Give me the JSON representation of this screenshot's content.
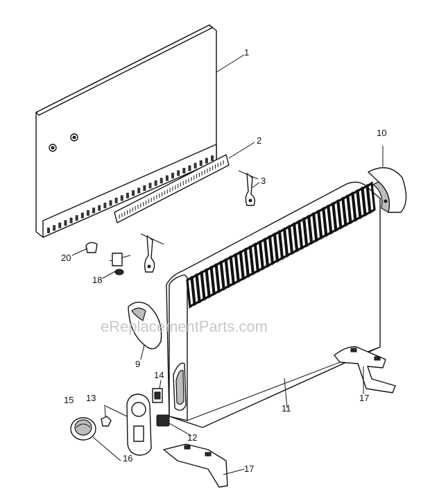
{
  "watermark": "eReplacementParts.com",
  "callouts": [
    {
      "id": "1",
      "label": "1"
    },
    {
      "id": "2",
      "label": "2"
    },
    {
      "id": "3",
      "label": "3"
    },
    {
      "id": "9",
      "label": "9"
    },
    {
      "id": "10",
      "label": "10"
    },
    {
      "id": "11",
      "label": "11"
    },
    {
      "id": "12",
      "label": "12"
    },
    {
      "id": "13",
      "label": "13"
    },
    {
      "id": "14",
      "label": "14"
    },
    {
      "id": "15",
      "label": "15"
    },
    {
      "id": "16",
      "label": "16"
    },
    {
      "id": "17a",
      "label": "17"
    },
    {
      "id": "17b",
      "label": "17"
    },
    {
      "id": "18",
      "label": "18"
    },
    {
      "id": "20",
      "label": "20"
    }
  ]
}
